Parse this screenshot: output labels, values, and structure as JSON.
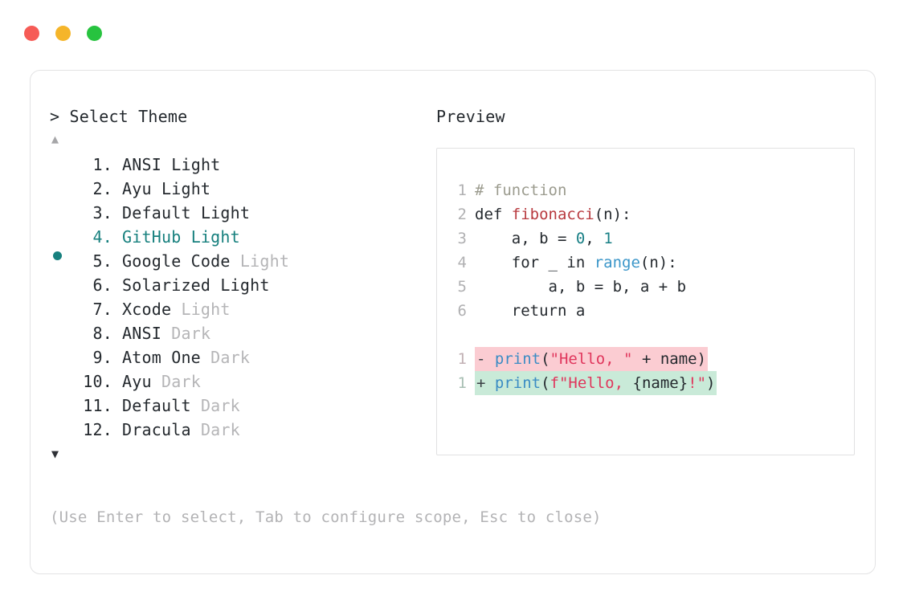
{
  "window": {
    "dots": [
      {
        "name": "close",
        "color": "#f65b56"
      },
      {
        "name": "minimize",
        "color": "#f5b52a"
      },
      {
        "name": "maximize",
        "color": "#27c33f"
      }
    ]
  },
  "prompt": {
    "header": "> Select Theme",
    "scroll_up_icon": "▲",
    "scroll_down_icon": "▼",
    "selected_index": 4,
    "selected_bullet": "●",
    "accent_color": "#17807e"
  },
  "themes": [
    {
      "number": "1.",
      "base": "ANSI",
      "suffix": "Light",
      "suffix_dim": false,
      "selected": false
    },
    {
      "number": "2.",
      "base": "Ayu",
      "suffix": "Light",
      "suffix_dim": false,
      "selected": false
    },
    {
      "number": "3.",
      "base": "Default",
      "suffix": "Light",
      "suffix_dim": false,
      "selected": false
    },
    {
      "number": "4.",
      "base": "GitHub",
      "suffix": "Light",
      "suffix_dim": false,
      "selected": true
    },
    {
      "number": "5.",
      "base": "Google Code",
      "suffix": "Light",
      "suffix_dim": true,
      "selected": false
    },
    {
      "number": "6.",
      "base": "Solarized",
      "suffix": "Light",
      "suffix_dim": false,
      "selected": false
    },
    {
      "number": "7.",
      "base": "Xcode",
      "suffix": "Light",
      "suffix_dim": true,
      "selected": false
    },
    {
      "number": "8.",
      "base": "ANSI",
      "suffix": "Dark",
      "suffix_dim": true,
      "selected": false
    },
    {
      "number": "9.",
      "base": "Atom One",
      "suffix": "Dark",
      "suffix_dim": true,
      "selected": false
    },
    {
      "number": "10.",
      "base": "Ayu",
      "suffix": "Dark",
      "suffix_dim": true,
      "selected": false
    },
    {
      "number": "11.",
      "base": "Default",
      "suffix": "Dark",
      "suffix_dim": true,
      "selected": false
    },
    {
      "number": "12.",
      "base": "Dracula",
      "suffix": "Dark",
      "suffix_dim": true,
      "selected": false
    }
  ],
  "preview": {
    "label": "Preview",
    "code_lines": [
      {
        "gutter": "1",
        "tokens": [
          {
            "t": "# function",
            "c": "comment"
          }
        ]
      },
      {
        "gutter": "2",
        "tokens": [
          {
            "t": "def ",
            "c": "keyword"
          },
          {
            "t": "fibonacci",
            "c": "func"
          },
          {
            "t": "(n):",
            "c": "plain"
          }
        ]
      },
      {
        "gutter": "3",
        "tokens": [
          {
            "t": "    a, b = ",
            "c": "plain"
          },
          {
            "t": "0",
            "c": "number"
          },
          {
            "t": ", ",
            "c": "plain"
          },
          {
            "t": "1",
            "c": "number"
          }
        ]
      },
      {
        "gutter": "4",
        "tokens": [
          {
            "t": "    for _ in ",
            "c": "plain"
          },
          {
            "t": "range",
            "c": "builtin"
          },
          {
            "t": "(n):",
            "c": "plain"
          }
        ]
      },
      {
        "gutter": "5",
        "tokens": [
          {
            "t": "        a, b = b, a + b",
            "c": "plain"
          }
        ]
      },
      {
        "gutter": "6",
        "tokens": [
          {
            "t": "    return a",
            "c": "plain"
          }
        ]
      }
    ],
    "diff_lines": [
      {
        "gutter": "1",
        "kind": "removed",
        "marker": "- ",
        "tokens": [
          {
            "t": "print",
            "c": "print"
          },
          {
            "t": "(",
            "c": "plain"
          },
          {
            "t": "\"Hello, \"",
            "c": "string"
          },
          {
            "t": " + name)",
            "c": "plain"
          }
        ]
      },
      {
        "gutter": "1",
        "kind": "added",
        "marker": "+ ",
        "tokens": [
          {
            "t": "print",
            "c": "print"
          },
          {
            "t": "(",
            "c": "plain"
          },
          {
            "t": "f\"Hello, ",
            "c": "string"
          },
          {
            "t": "{name}",
            "c": "plain"
          },
          {
            "t": "!\"",
            "c": "string"
          },
          {
            "t": ")",
            "c": "plain"
          }
        ]
      }
    ]
  },
  "footer": {
    "hint": "(Use Enter to select, Tab to configure scope, Esc to close)"
  }
}
